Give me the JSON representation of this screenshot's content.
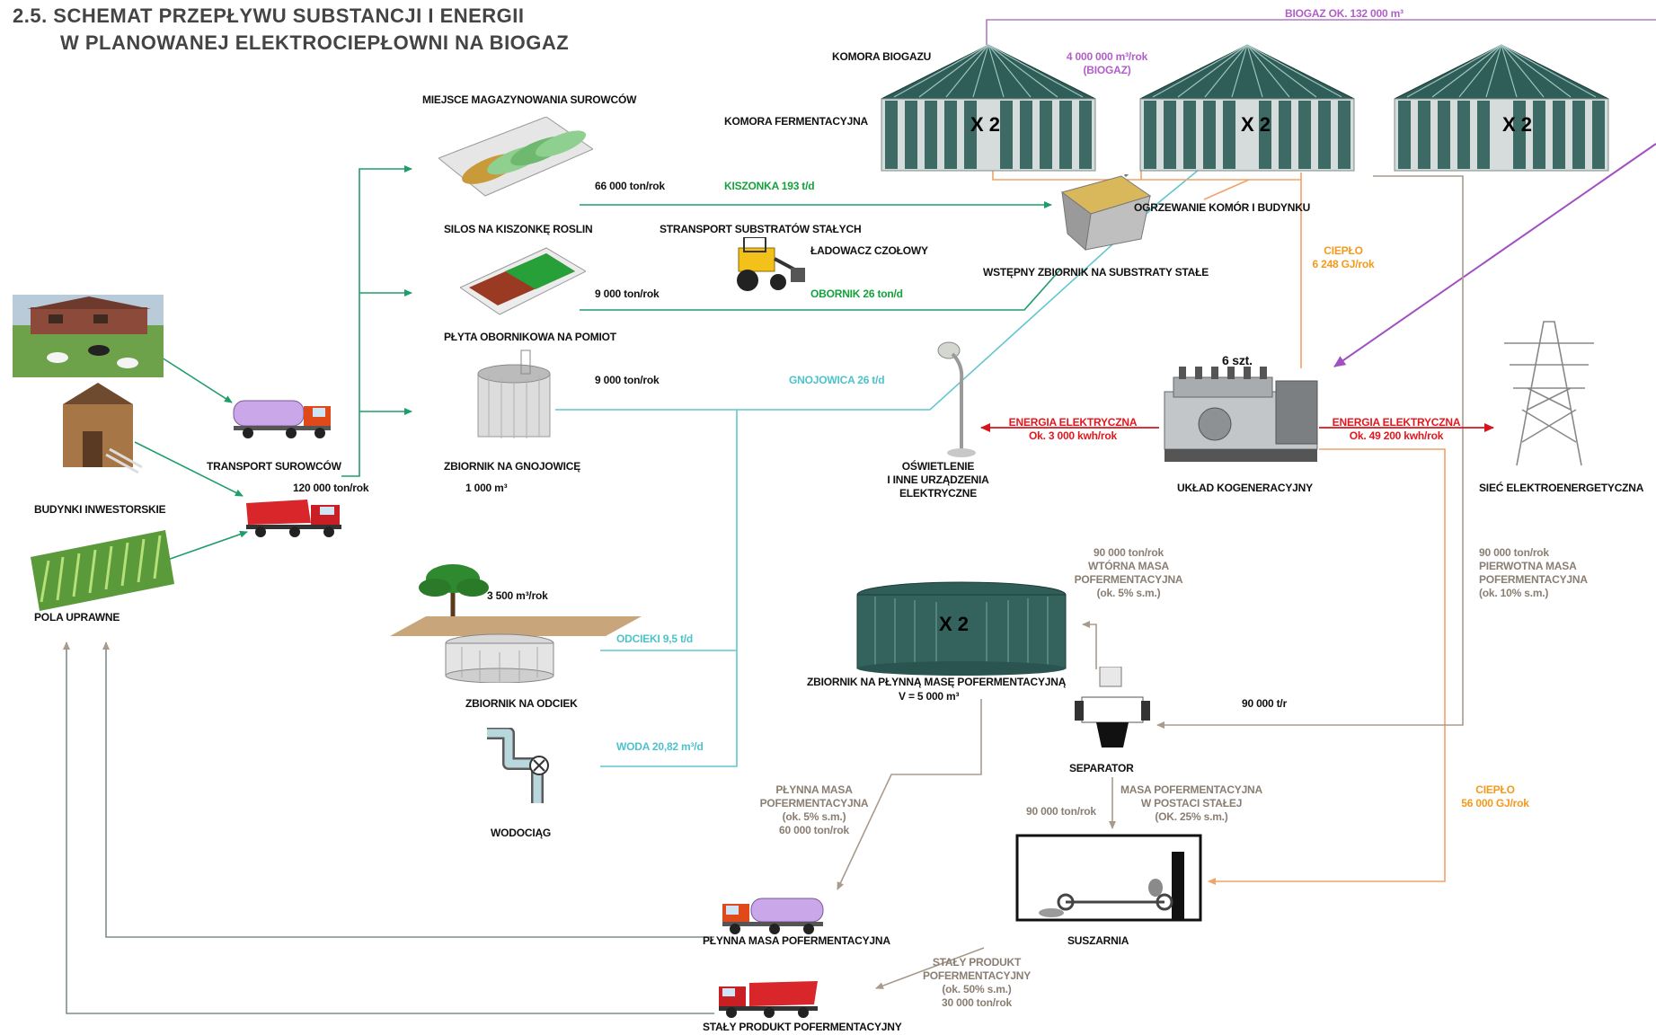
{
  "title": {
    "line1": "2.5. SCHEMAT PRZEPŁYWU SUBSTANCJI I ENERGII",
    "line2": "W PLANOWANEJ ELEKTROCIEPŁOWNI NA BIOGAZ"
  },
  "labels": {
    "biogaz_total": "BIOGAZ OK. 132 000 m³",
    "komora_biogazu": "KOMORA BIOGAZU",
    "biogaz_volume_1": "4 000 000 m³/rok",
    "biogaz_volume_2": "(BIOGAZ)",
    "komora_fermentacyjna": "KOMORA FERMENTACYJNA",
    "tank_mult_1": "X 2",
    "tank_mult_2": "X 2",
    "tank_mult_3": "X 2",
    "tank_mult_4": "X 2",
    "miejsce_magazynowania": "MIEJSCE MAGAZYNOWANIA SUROWCÓW",
    "kiszonka_amount": "66 000 ton/rok",
    "kiszonka_flow": "KISZONKA 193 t/d",
    "silos": "SILOS NA KISZONKĘ ROSLIN",
    "transport_substratow": "STRANSPORT SUBSTRATÓW STAŁYCH",
    "ladowacz": "ŁADOWACZ CZOŁOWY",
    "ogrzewanie": "OGRZEWANIE KOMÓR I BUDYNKU",
    "obornik_amount": "9 000 ton/rok",
    "obornik_flow": "OBORNIK 26 ton/d",
    "wstepny_zbiornik": "WSTĘPNY ZBIORNIK NA SUBSTRATY STAŁE",
    "cieplo_1_title": "CIEPŁO",
    "cieplo_1_value": "6 248 GJ/rok",
    "plyta": "PŁYTA OBORNIKOWA NA POMIOT",
    "gnojowica_amount": "9 000 ton/rok",
    "gnojowica_flow": "GNOJOWICA 26 t/d",
    "szt": "6 szt.",
    "energia_left_1": "ENERGIA ELEKTRYCZNA",
    "energia_left_2": "Ok. 3 000 kwh/rok",
    "energia_right_1": "ENERGIA ELEKTRYCZNA",
    "energia_right_2": "Ok. 49 200 kwh/rok",
    "transport_surowcow": "TRANSPORT SUROWCÓW",
    "transport_amount": "120 000 ton/rok",
    "zbiornik_gnojowice": "ZBIORNIK NA GNOJOWICĘ",
    "zbiornik_gnojowice_vol": "1 000 m³",
    "oswietlenie_1": "OŚWIETLENIE",
    "oswietlenie_2": "I INNE URZĄDZENIA",
    "oswietlenie_3": "ELEKTRYCZNE",
    "uklad": "UKŁAD KOGENERACYJNY",
    "siec": "SIEĆ ELEKTROENERGETYCZNA",
    "budynki": "BUDYNKI INWESTORSKIE",
    "wtorna_1": "90 000 ton/rok",
    "wtorna_2": "WTÓRNA MASA",
    "wtorna_3": "POFERMENTACYJNA",
    "wtorna_4": "(ok. 5% s.m.)",
    "pierwotna_1": "90 000 ton/rok",
    "pierwotna_2": "PIERWOTNA MASA",
    "pierwotna_3": "POFERMENTACYJNA",
    "pierwotna_4": "(ok. 10% s.m.)",
    "odciek_amount": "3 500 m³/rok",
    "pola": "POLA UPRAWNE",
    "odcieki_flow": "ODCIEKI 9,5 t/d",
    "zbiornik_plynna_1": "ZBIORNIK NA PŁYNNĄ MASĘ POFERMENTACYJNĄ",
    "zbiornik_plynna_2": "V = 5 000 m³",
    "separator_flow": "90 000 t/r",
    "zbiornik_odciek": "ZBIORNIK NA ODCIEK",
    "woda_flow": "WODA 20,82 m³/d",
    "separator": "SEPARATOR",
    "plynna_1": "PŁYNNA MASA",
    "plynna_2": "POFERMENTACYJNA",
    "plynna_3": "(ok. 5% s.m.)",
    "plynna_4": "60 000 ton/rok",
    "masa_stala_1": "MASA POFERMENTACYJNA",
    "masa_stala_2": "W POSTACI STAŁEJ",
    "masa_stala_3": "(OK. 25% s.m.)",
    "masa_stala_amount": "90 000 ton/rok",
    "cieplo_2_title": "CIEPŁO",
    "cieplo_2_value": "56 000 GJ/rok",
    "wodociag": "WODOCIĄG",
    "plynna_transport": "PŁYNNA MASA POFERMENTACYJNA",
    "suszarnia": "SUSZARNIA",
    "staly_1": "STAŁY PRODUKT",
    "staly_2": "POFERMENTACYJNY",
    "staly_3": "(ok. 50% s.m.)",
    "staly_4": "30 000 ton/rok",
    "staly_transport": "STAŁY PRODUKT POFERMENTACYJNY"
  },
  "colors": {
    "green_flow": "#1f9d6b",
    "cyan_flow": "#62c6cf",
    "orange_flow": "#f2a26a",
    "grey_flow": "#a99b8c",
    "purple_flow": "#a050c0",
    "red_flow": "#d4161c",
    "tank_dark": "#2f5d58"
  },
  "icons": [
    "farm-icon",
    "barn-icon",
    "cornfield-icon",
    "tanker-truck-icon",
    "dump-truck-icon",
    "silage-silo-icon",
    "manure-plate-icon",
    "slurry-tank-icon",
    "front-loader-icon",
    "feeder-hopper-icon",
    "digester-tank-icon",
    "lamp-icon",
    "chp-engine-icon",
    "power-pylon-icon",
    "tree-icon",
    "leachate-tank-icon",
    "water-valve-icon",
    "separator-icon",
    "dryer-icon"
  ]
}
